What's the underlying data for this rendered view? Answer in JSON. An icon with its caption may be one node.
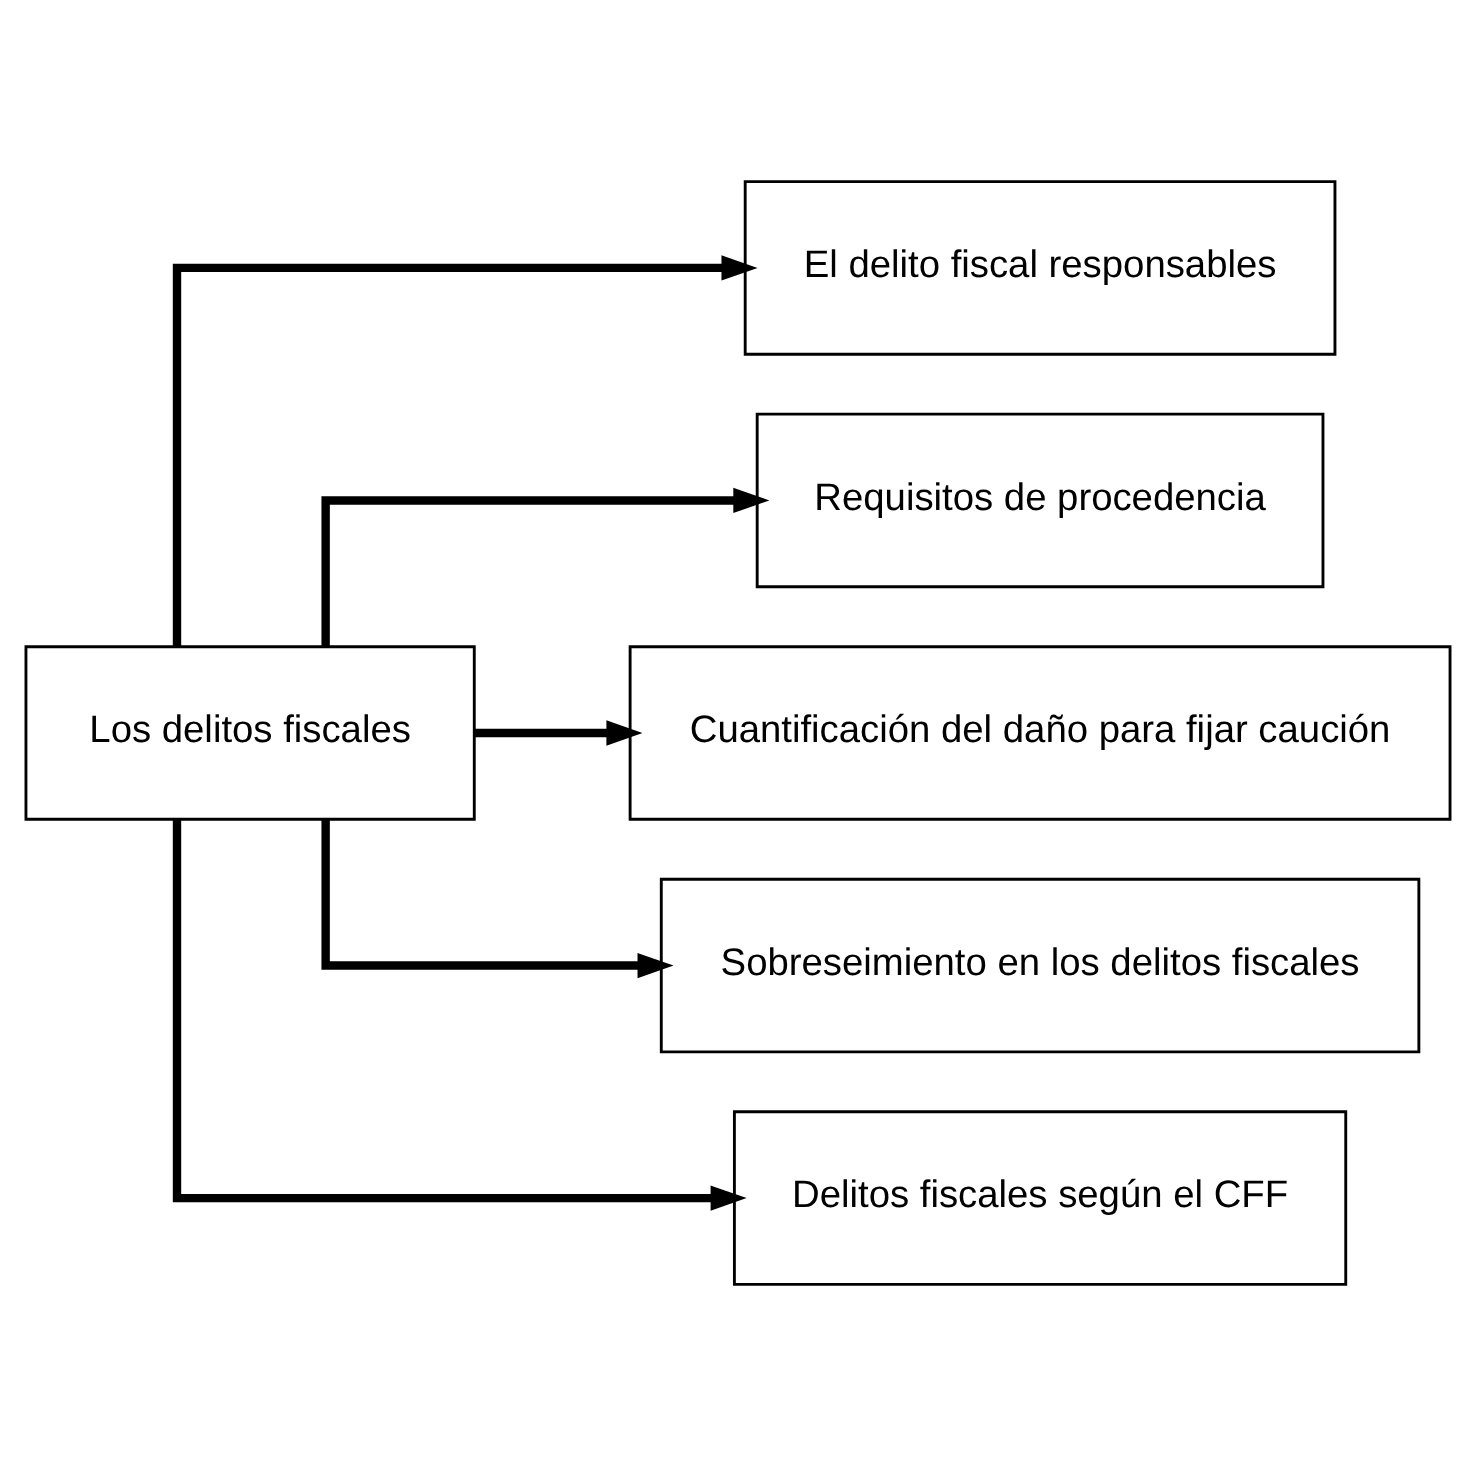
{
  "diagram": {
    "nodes": [
      {
        "text": [
          "Los delitos fiscales"
        ]
      },
      {
        "text": [
          "El delito fiscal responsables"
        ]
      },
      {
        "text": [
          "Requisitos de procedencia"
        ]
      },
      {
        "text": [
          "Cuantificación del daño para fijar caución"
        ]
      },
      {
        "text": [
          "Sobreseimiento en los delitos fiscales"
        ]
      },
      {
        "text": [
          "Delitos fiscales según el CFF"
        ]
      }
    ],
    "edges": [
      {
        "from": 0,
        "to": 1,
        "arrow": "to"
      },
      {
        "from": 0,
        "to": 2,
        "arrow": "to"
      },
      {
        "from": 0,
        "to": 3,
        "arrow": "to"
      },
      {
        "from": 0,
        "to": 4,
        "arrow": "to"
      },
      {
        "from": 0,
        "to": 5,
        "arrow": "to"
      }
    ]
  }
}
